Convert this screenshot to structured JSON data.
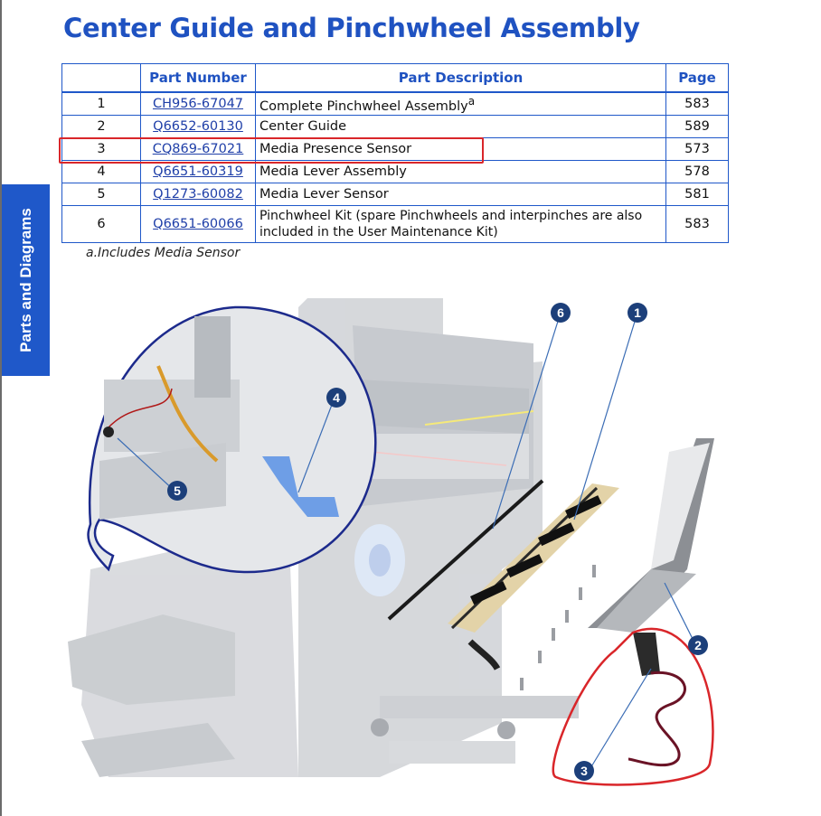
{
  "page": {
    "title": "Center Guide and Pinchwheel Assembly",
    "side_tab": "Parts and Diagrams"
  },
  "table": {
    "headers": [
      "",
      "Part Number",
      "Part Description",
      "Page"
    ],
    "rows": [
      {
        "num": "1",
        "part_number": "CH956-67047",
        "description": "Complete Pinchwheel Assembly",
        "note": "a",
        "page": "583"
      },
      {
        "num": "2",
        "part_number": "Q6652-60130",
        "description": "Center Guide",
        "page": "589"
      },
      {
        "num": "3",
        "part_number": "CQ869-67021",
        "description": "Media Presence Sensor",
        "page": "573"
      },
      {
        "num": "4",
        "part_number": "Q6651-60319",
        "description": "Media Lever Assembly",
        "page": "578"
      },
      {
        "num": "5",
        "part_number": "Q1273-60082",
        "description": "Media Lever Sensor",
        "page": "581"
      },
      {
        "num": "6",
        "part_number": "Q6651-60066",
        "description": "Pinchwheel Kit (spare Pinchwheels and interpinches are also included in the User Maintenance Kit)",
        "page": "583"
      }
    ],
    "footnote": "a.Includes Media Sensor"
  },
  "diagram": {
    "callouts": [
      "1",
      "2",
      "3",
      "4",
      "5",
      "6"
    ],
    "colors": {
      "callout": "#1c3f7a",
      "highlight": "#d9262a",
      "zoom_circle": "#1c2a8c",
      "media_lever": "#6e9ee6",
      "printer": "#cfd2d6"
    }
  }
}
